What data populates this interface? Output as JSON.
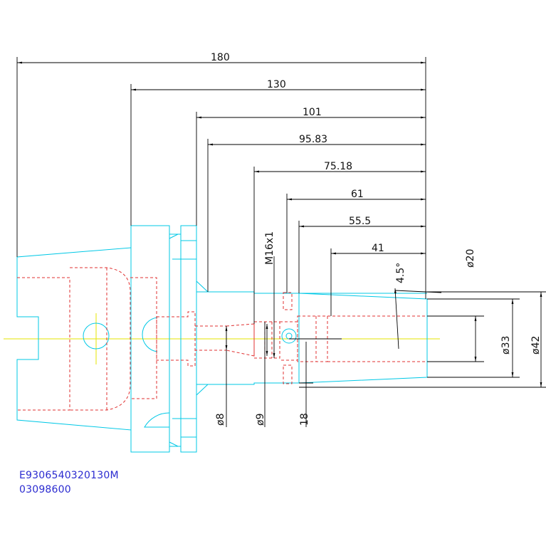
{
  "drawing": {
    "part_code": "E9306540320130M",
    "part_number": "03098600"
  },
  "dimensions": {
    "length_180": "180",
    "length_130": "130",
    "length_101": "101",
    "length_95_83": "95.83",
    "length_75_18": "75.18",
    "length_61": "61",
    "length_55_5": "55.5",
    "length_41": "41",
    "thread": "M16x1",
    "angle": "4.5°",
    "dia_20": "ø20",
    "dia_33": "ø33",
    "dia_42": "ø42",
    "dia_8": "ø8",
    "dia_9": "ø9",
    "dim_18": "18"
  },
  "colors": {
    "outline": "#00c8e6",
    "hidden": "#e03030",
    "dimension": "#000000",
    "centerline": "#e6e600",
    "code_text": "#2b2bd0"
  }
}
